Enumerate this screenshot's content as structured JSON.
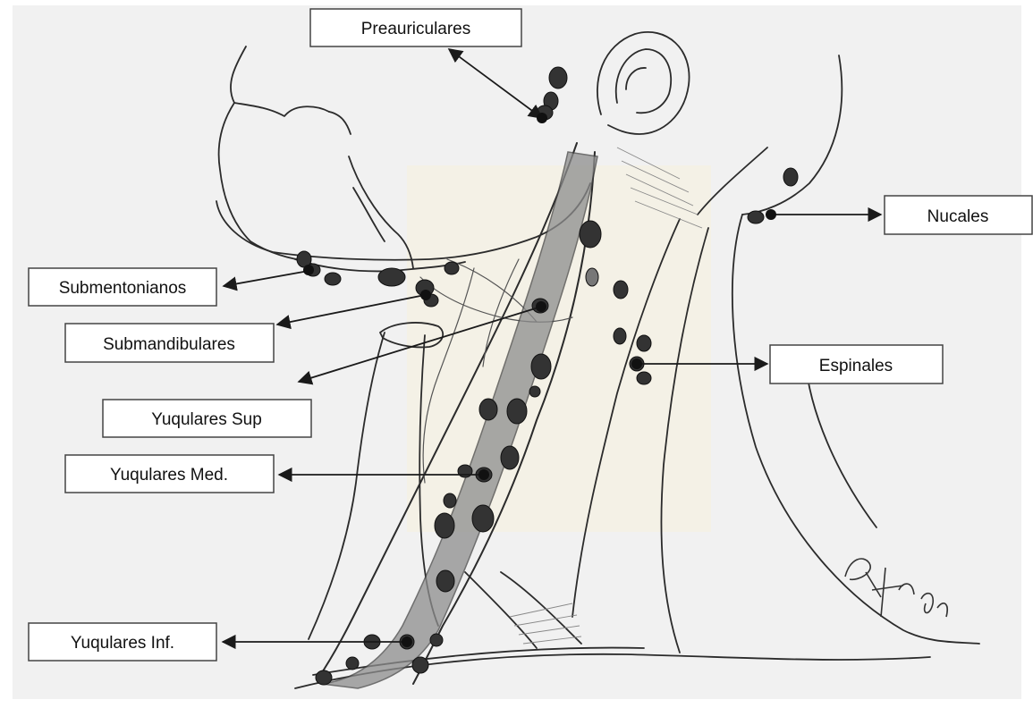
{
  "labels": {
    "preauriculares": "Preauriculares",
    "nucales": "Nucales",
    "submentonianos": "Submentonianos",
    "submandibulares": "Submandibulares",
    "espinales": "Espinales",
    "yugulares_sup": "Yuqulares Sup",
    "yugulares_med": "Yuqulares Med.",
    "yugulares_inf": "Yuqulares Inf."
  },
  "signature": "R. Hidalgo",
  "colors": {
    "paper": "#f1f1f1",
    "ink": "#2b2b2b",
    "node": "#333333",
    "vein": "#7a7a7a",
    "label_border": "#444444"
  }
}
